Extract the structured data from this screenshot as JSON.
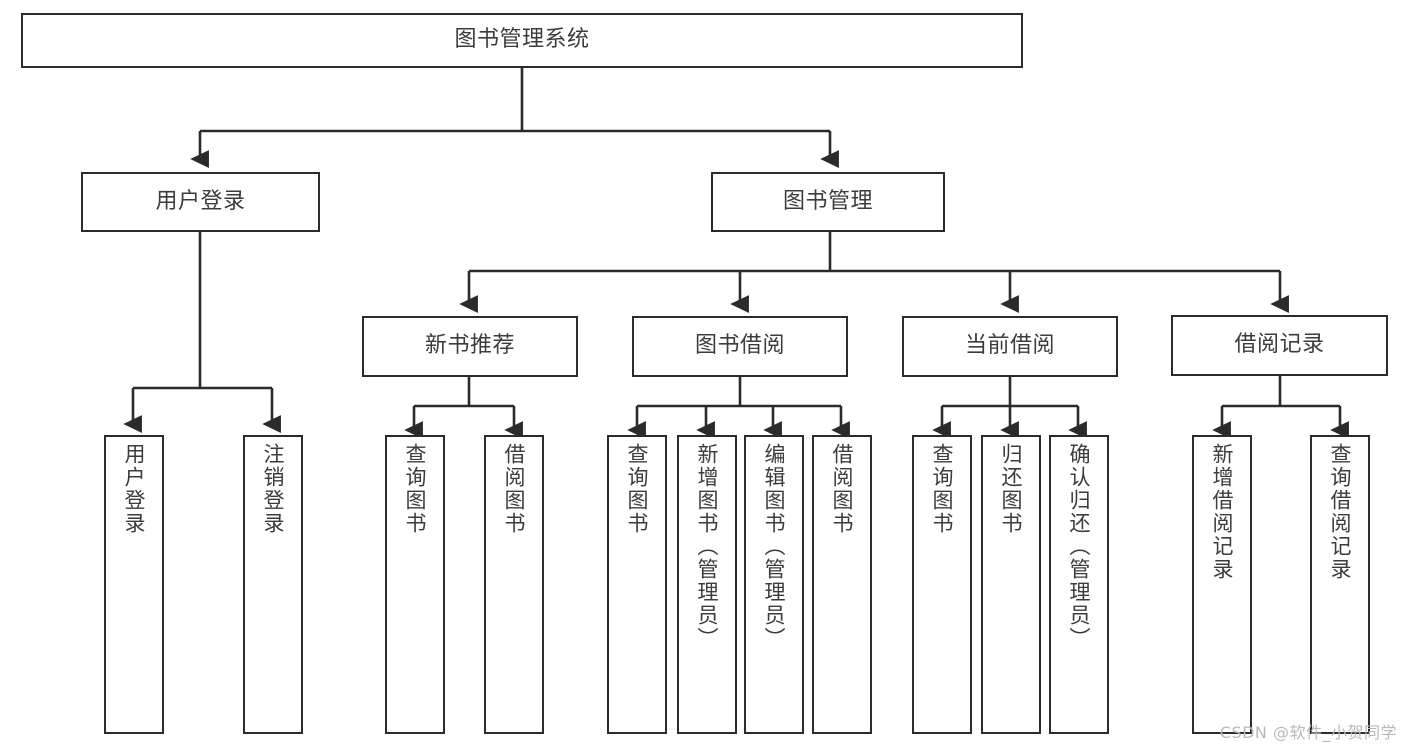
{
  "diagram": {
    "title": "图书管理系统",
    "type": "tree-hierarchy",
    "watermark": "CSDN @软件_小贺同学",
    "colors": {
      "box_border": "#2b2b2b",
      "box_fill": "#ffffff",
      "text": "#3c3c3c",
      "connector": "#2b2b2b",
      "watermark": "#b9b9b9"
    },
    "nodes": {
      "root": {
        "label": "图书管理系统"
      },
      "level2": [
        {
          "label": "用户登录"
        },
        {
          "label": "图书管理"
        }
      ],
      "level3": [
        {
          "label": "新书推荐"
        },
        {
          "label": "图书借阅"
        },
        {
          "label": "当前借阅"
        },
        {
          "label": "借阅记录"
        }
      ],
      "leaves": {
        "user_login": [
          {
            "label": "用户登录"
          },
          {
            "label": "注销登录"
          }
        ],
        "new_book_recommend": [
          {
            "label": "查询图书"
          },
          {
            "label": "借阅图书"
          }
        ],
        "book_borrow": [
          {
            "label": "查询图书"
          },
          {
            "label": "新增图书（管理员）"
          },
          {
            "label": "编辑图书（管理员）"
          },
          {
            "label": "借阅图书"
          }
        ],
        "current_borrow": [
          {
            "label": "查询图书"
          },
          {
            "label": "归还图书"
          },
          {
            "label": "确认归还（管理员）"
          }
        ],
        "borrow_record": [
          {
            "label": "新增借阅记录"
          },
          {
            "label": "查询借阅记录"
          }
        ]
      }
    }
  }
}
